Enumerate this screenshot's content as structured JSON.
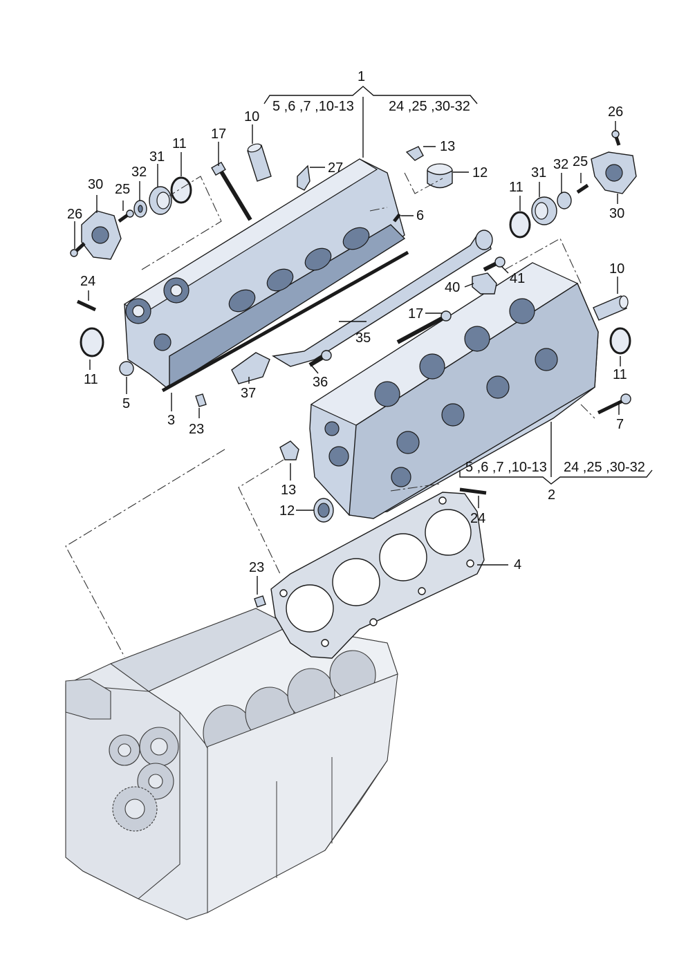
{
  "callouts": {
    "c1": "1",
    "c1_group_left": "5 ,6 ,7 ,10-13",
    "c1_group_right": "24 ,25 ,30-32",
    "c2": "2",
    "c2_group_left": "5 ,6 ,7 ,10-13",
    "c2_group_right": "24 ,25 ,30-32",
    "c3": "3",
    "c4": "4",
    "c5": "5",
    "c6": "6",
    "c7": "7",
    "c10_left": "10",
    "c10_right": "10",
    "c11_top_left": "11",
    "c11_bottom_left": "11",
    "c11_top_right": "11",
    "c11_bottom_right": "11",
    "c12_top": "12",
    "c12_bottom": "12",
    "c13_top": "13",
    "c13_bottom": "13",
    "c17_left": "17",
    "c17_right": "17",
    "c23_left": "23",
    "c23_right": "23",
    "c24_left": "24",
    "c24_right": "24",
    "c25_left": "25",
    "c25_right": "25",
    "c26_left": "26",
    "c26_right": "26",
    "c27": "27",
    "c30_left": "30",
    "c30_right": "30",
    "c31_left": "31",
    "c31_right": "31",
    "c32_left": "32",
    "c32_right": "32",
    "c35": "35",
    "c36": "36",
    "c37": "37",
    "c40": "40",
    "c41": "41"
  }
}
